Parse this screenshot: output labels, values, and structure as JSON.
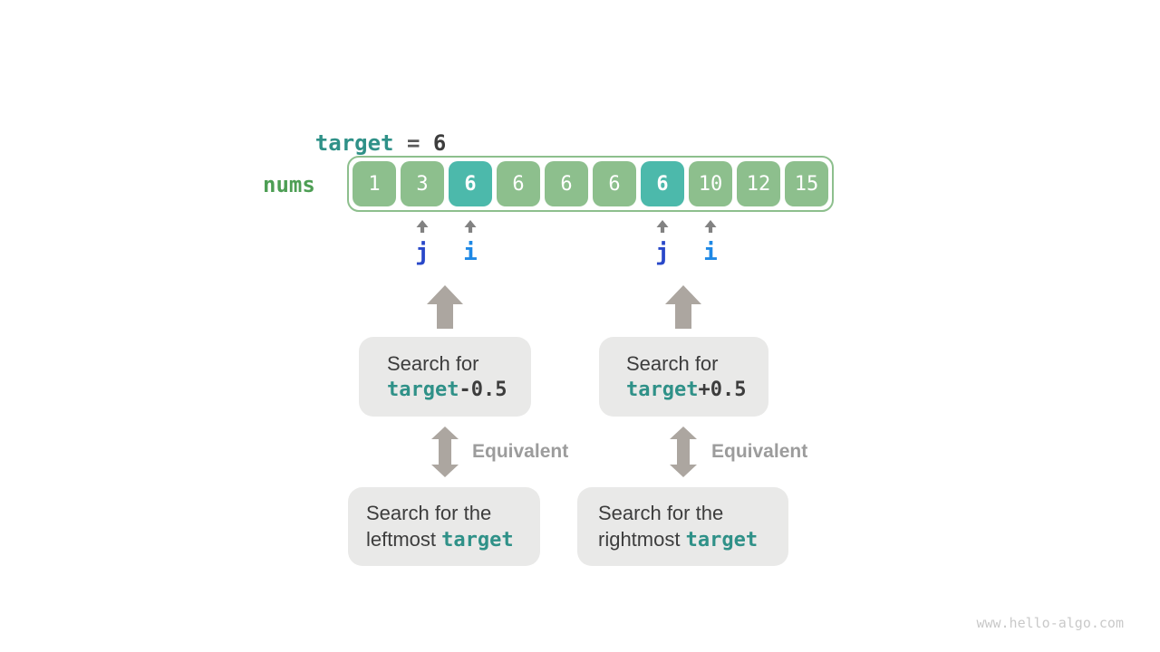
{
  "colors": {
    "page_bg": "#ffffff",
    "teal_text": "#2f9188",
    "green_text": "#4d9e54",
    "cell_green": "#8dbf8d",
    "cell_teal": "#4cb9ab",
    "border_green": "#8dbf8d",
    "box_gray": "#e9e9e8",
    "arrow_gray": "#aca6a0",
    "equiv_gray": "#9c9c9c",
    "dark_text": "#3d3d3d",
    "eq_gray": "#5a5a5a",
    "pointer_j": "#2948c9",
    "pointer_i": "#1e88e5",
    "marker_gray": "#828282",
    "watermark_gray": "#c9c9c9"
  },
  "header": {
    "keyword": "target",
    "equals": " = ",
    "value": "6"
  },
  "array": {
    "label": "nums",
    "cells": [
      {
        "value": "1",
        "highlight": false
      },
      {
        "value": "3",
        "highlight": false
      },
      {
        "value": "6",
        "highlight": true
      },
      {
        "value": "6",
        "highlight": false
      },
      {
        "value": "6",
        "highlight": false
      },
      {
        "value": "6",
        "highlight": false
      },
      {
        "value": "6",
        "highlight": true
      },
      {
        "value": "10",
        "highlight": false
      },
      {
        "value": "12",
        "highlight": false
      },
      {
        "value": "15",
        "highlight": false
      }
    ]
  },
  "pointers": {
    "labels": [
      "j",
      "i",
      "j",
      "i"
    ]
  },
  "flows": {
    "left": {
      "search_line1": "Search for",
      "search_keyword": "target",
      "search_suffix": "-0.5",
      "equivalent_label": "Equivalent",
      "result_line1": "Search for the",
      "result_prefix": "leftmost ",
      "result_keyword": "target"
    },
    "right": {
      "search_line1": "Search for",
      "search_keyword": "target",
      "search_suffix": "+0.5",
      "equivalent_label": "Equivalent",
      "result_line1": "Search for the",
      "result_prefix": "rightmost ",
      "result_keyword": "target"
    }
  },
  "watermark": "www.hello-algo.com"
}
